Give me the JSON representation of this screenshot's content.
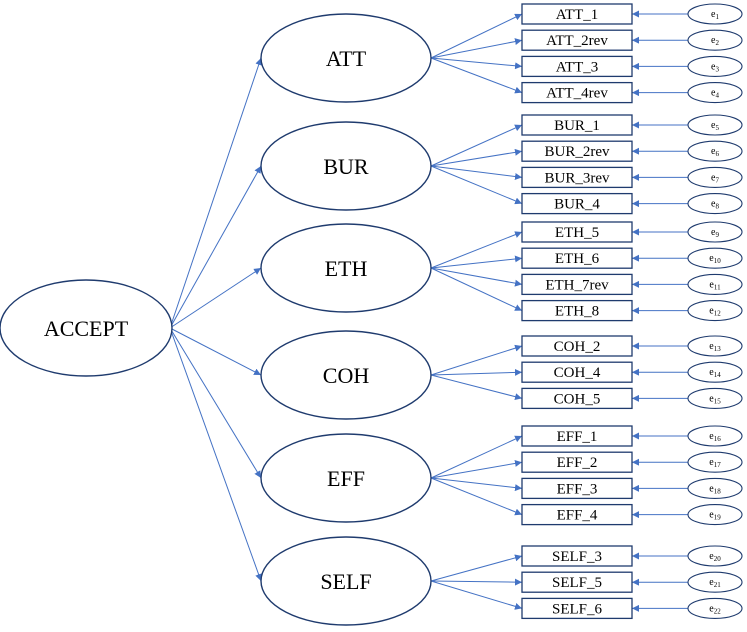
{
  "colors": {
    "path": "#4472c4",
    "outline": "#1f3b6e",
    "text": "#000000"
  },
  "root": "ACCEPT",
  "factors": [
    {
      "name": "ATT",
      "indicators": [
        {
          "label": "ATT_1",
          "error_letter": "e",
          "error_index": "1"
        },
        {
          "label": "ATT_2rev",
          "error_letter": "e",
          "error_index": "2"
        },
        {
          "label": "ATT_3",
          "error_letter": "e",
          "error_index": "3"
        },
        {
          "label": "ATT_4rev",
          "error_letter": "e",
          "error_index": "4"
        }
      ]
    },
    {
      "name": "BUR",
      "indicators": [
        {
          "label": "BUR_1",
          "error_letter": "e",
          "error_index": "5"
        },
        {
          "label": "BUR_2rev",
          "error_letter": "e",
          "error_index": "6"
        },
        {
          "label": "BUR_3rev",
          "error_letter": "e",
          "error_index": "7"
        },
        {
          "label": "BUR_4",
          "error_letter": "e",
          "error_index": "8"
        }
      ]
    },
    {
      "name": "ETH",
      "indicators": [
        {
          "label": "ETH_5",
          "error_letter": "e",
          "error_index": "9"
        },
        {
          "label": "ETH_6",
          "error_letter": "e",
          "error_index": "10"
        },
        {
          "label": "ETH_7rev",
          "error_letter": "e",
          "error_index": "11"
        },
        {
          "label": "ETH_8",
          "error_letter": "e",
          "error_index": "12"
        }
      ]
    },
    {
      "name": "COH",
      "indicators": [
        {
          "label": "COH_2",
          "error_letter": "e",
          "error_index": "13"
        },
        {
          "label": "COH_4",
          "error_letter": "e",
          "error_index": "14"
        },
        {
          "label": "COH_5",
          "error_letter": "e",
          "error_index": "15"
        }
      ]
    },
    {
      "name": "EFF",
      "indicators": [
        {
          "label": "EFF_1",
          "error_letter": "e",
          "error_index": "16"
        },
        {
          "label": "EFF_2",
          "error_letter": "e",
          "error_index": "17"
        },
        {
          "label": "EFF_3",
          "error_letter": "e",
          "error_index": "18"
        },
        {
          "label": "EFF_4",
          "error_letter": "e",
          "error_index": "19"
        }
      ]
    },
    {
      "name": "SELF",
      "indicators": [
        {
          "label": "SELF_3",
          "error_letter": "e",
          "error_index": "20"
        },
        {
          "label": "SELF_5",
          "error_letter": "e",
          "error_index": "21"
        },
        {
          "label": "SELF_6",
          "error_letter": "e",
          "error_index": "22"
        }
      ]
    }
  ]
}
